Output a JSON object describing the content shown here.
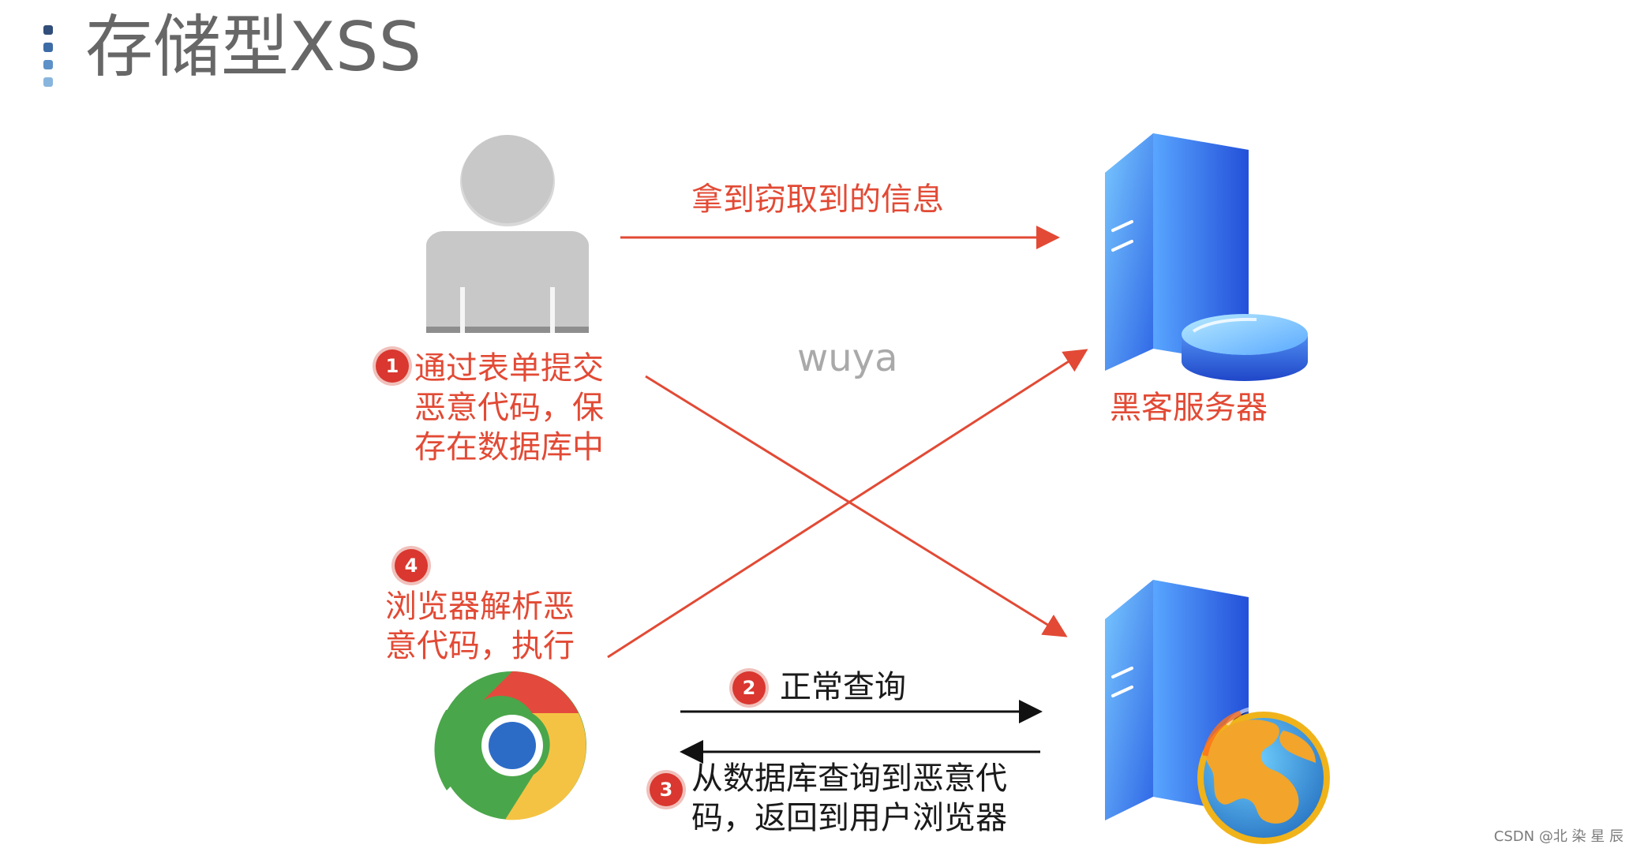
{
  "title": "存储型XSS",
  "watermark": "wuya",
  "credit": "CSDN @北 染 星 辰",
  "labels": {
    "attacker_to_server": "拿到窃取到的信息",
    "hacker_server": "黑客服务器",
    "step1_line1": "通过表单提交",
    "step1_line2": "恶意代码，保",
    "step1_line3": "存在数据库中",
    "step2": "正常查询",
    "step3_line1": "从数据库查询到恶意代",
    "step3_line2": "码，返回到用户浏览器",
    "step4_line1": "浏览器解析恶",
    "step4_line2": "意代码，执行"
  },
  "badges": {
    "step1": "1",
    "step2": "2",
    "step3": "3",
    "step4": "4"
  },
  "colors": {
    "title": "#676767",
    "accent": "#e24a35",
    "black_text": "#1a1a1a",
    "badge": "#d9372f",
    "server_blue": "#2f67e6",
    "server_light": "#66b4ff",
    "person_gray": "#c8c8c8",
    "chrome_red": "#e34a3d",
    "chrome_yellow": "#f5c343",
    "chrome_green": "#4aa64b",
    "chrome_blue": "#2d6cc6"
  },
  "icons": {
    "title_marker": "vertical-dots",
    "attacker": "person-icon",
    "hacker_server": "server-icon",
    "database": "database-icon",
    "browser": "chrome-icon",
    "web_server": "server-globe-icon"
  }
}
